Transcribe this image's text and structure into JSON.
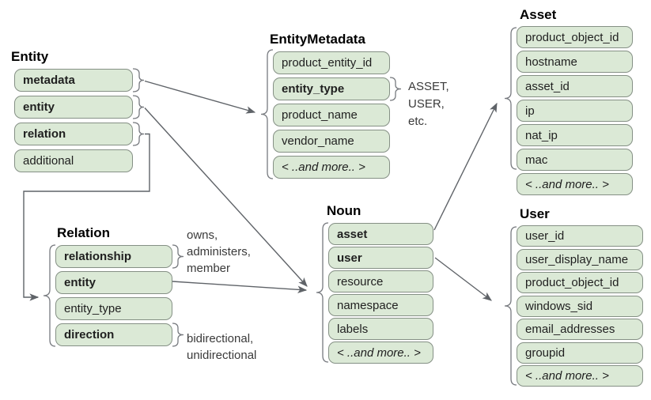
{
  "colors": {
    "row_fill": "#dbe9d6",
    "row_border": "#859085",
    "connector": "#5f6368",
    "text": "#1f1f1f"
  },
  "tables": {
    "entity": {
      "title": "Entity",
      "rows": [
        {
          "label": "metadata",
          "bold": true
        },
        {
          "label": "entity",
          "bold": true
        },
        {
          "label": "relation",
          "bold": true
        },
        {
          "label": "additional",
          "bold": false
        }
      ]
    },
    "entity_metadata": {
      "title": "EntityMetadata",
      "rows": [
        {
          "label": "product_entity_id",
          "bold": false
        },
        {
          "label": "entity_type",
          "bold": true
        },
        {
          "label": "product_name",
          "bold": false
        },
        {
          "label": "vendor_name",
          "bold": false
        },
        {
          "label": "< ..and more.. >",
          "bold": false,
          "italic": true
        }
      ]
    },
    "asset": {
      "title": "Asset",
      "rows": [
        {
          "label": "product_object_id",
          "bold": false
        },
        {
          "label": "hostname",
          "bold": false
        },
        {
          "label": "asset_id",
          "bold": false
        },
        {
          "label": "ip",
          "bold": false
        },
        {
          "label": "nat_ip",
          "bold": false
        },
        {
          "label": "mac",
          "bold": false
        },
        {
          "label": "< ..and more.. >",
          "bold": false,
          "italic": true
        }
      ]
    },
    "user": {
      "title": "User",
      "rows": [
        {
          "label": "user_id",
          "bold": false
        },
        {
          "label": "user_display_name",
          "bold": false
        },
        {
          "label": "product_object_id",
          "bold": false
        },
        {
          "label": "windows_sid",
          "bold": false
        },
        {
          "label": "email_addresses",
          "bold": false
        },
        {
          "label": "groupid",
          "bold": false
        },
        {
          "label": "< ..and more.. >",
          "bold": false,
          "italic": true
        }
      ]
    },
    "relation": {
      "title": "Relation",
      "rows": [
        {
          "label": "relationship",
          "bold": true
        },
        {
          "label": "entity",
          "bold": true
        },
        {
          "label": "entity_type",
          "bold": false
        },
        {
          "label": "direction",
          "bold": true
        }
      ]
    },
    "noun": {
      "title": "Noun",
      "rows": [
        {
          "label": "asset",
          "bold": true
        },
        {
          "label": "user",
          "bold": true
        },
        {
          "label": "resource",
          "bold": false
        },
        {
          "label": "namespace",
          "bold": false
        },
        {
          "label": "labels",
          "bold": false
        },
        {
          "label": "< ..and more.. >",
          "bold": false,
          "italic": true
        }
      ]
    }
  },
  "annotations": {
    "entity_type_values": {
      "lines": [
        "ASSET,",
        "USER,",
        "etc."
      ]
    },
    "relationship_values": {
      "lines": [
        "owns,",
        "administers,",
        "member"
      ]
    },
    "direction_values": {
      "lines": [
        "bidirectional,",
        "unidirectional"
      ]
    }
  },
  "connections": [
    {
      "from": "Entity.metadata",
      "to": "EntityMetadata"
    },
    {
      "from": "Entity.entity",
      "to": "Noun"
    },
    {
      "from": "Entity.relation",
      "to": "Relation"
    },
    {
      "from": "Relation.entity",
      "to": "Noun"
    },
    {
      "from": "Noun.asset",
      "to": "Asset"
    },
    {
      "from": "Noun.user",
      "to": "User"
    }
  ]
}
